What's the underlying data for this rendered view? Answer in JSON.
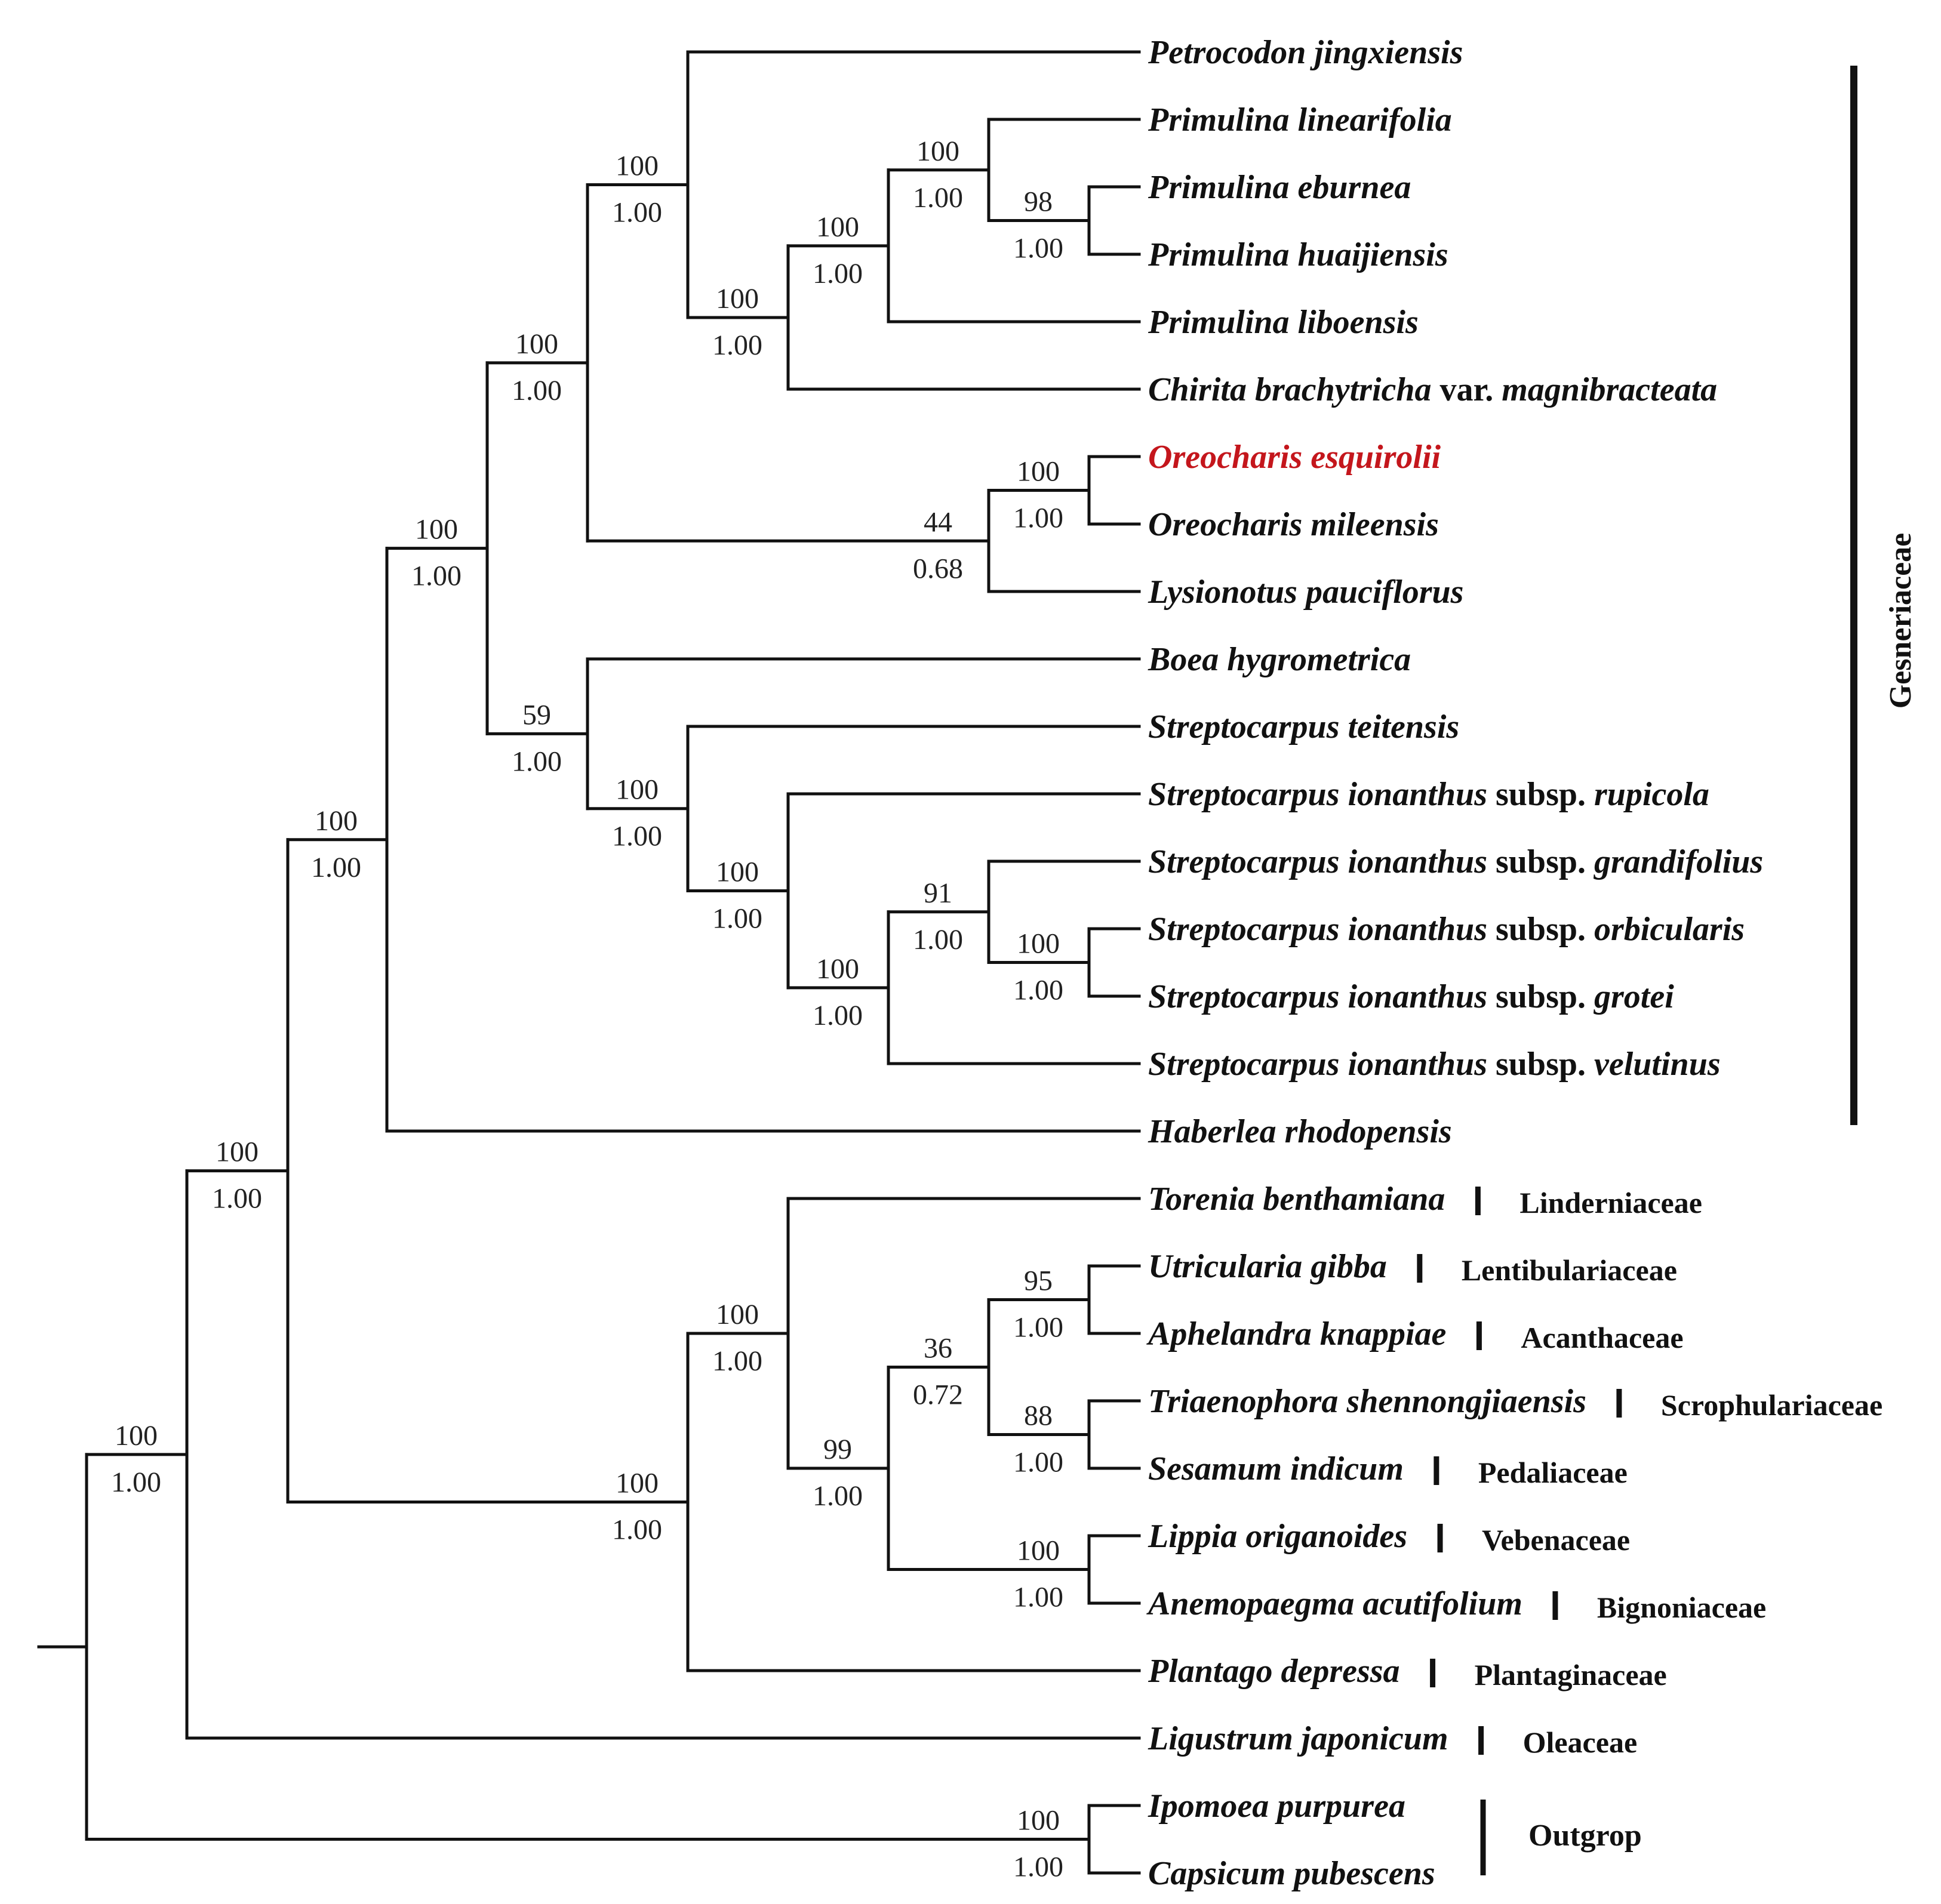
{
  "taxa": [
    {
      "genus": "Petrocodon jingxiensis"
    },
    {
      "genus": "Primulina linearifolia"
    },
    {
      "genus": "Primulina eburnea"
    },
    {
      "genus": "Primulina huaijiensis"
    },
    {
      "genus": "Primulina liboensis"
    },
    {
      "genus": "Chirita brachytricha",
      "rank": "var.",
      "infra": "magnibracteata"
    },
    {
      "genus": "Oreocharis esquirolii",
      "highlight": true
    },
    {
      "genus": "Oreocharis mileensis"
    },
    {
      "genus": "Lysionotus pauciflorus"
    },
    {
      "genus": "Boea hygrometrica"
    },
    {
      "genus": "Streptocarpus teitensis"
    },
    {
      "genus": "Streptocarpus ionanthus",
      "rank": "subsp.",
      "infra": "rupicola"
    },
    {
      "genus": "Streptocarpus ionanthus",
      "rank": "subsp.",
      "infra": "grandifolius"
    },
    {
      "genus": "Streptocarpus ionanthus",
      "rank": "subsp.",
      "infra": "orbicularis"
    },
    {
      "genus": "Streptocarpus ionanthus",
      "rank": "subsp.",
      "infra": "grotei"
    },
    {
      "genus": "Streptocarpus ionanthus",
      "rank": "subsp.",
      "infra": "velutinus"
    },
    {
      "genus": "Haberlea rhodopensis"
    },
    {
      "genus": "Torenia benthamiana",
      "family": "Linderniaceae"
    },
    {
      "genus": "Utricularia gibba",
      "family": "Lentibulariaceae"
    },
    {
      "genus": "Aphelandra knappiae",
      "family": "Acanthaceae"
    },
    {
      "genus": "Triaenophora shennongjiaensis",
      "family": "Scrophulariaceae"
    },
    {
      "genus": "Sesamum indicum",
      "family": "Pedaliaceae"
    },
    {
      "genus": "Lippia origanoides",
      "family": "Vebenaceae"
    },
    {
      "genus": "Anemopaegma acutifolium",
      "family": "Bignoniaceae"
    },
    {
      "genus": "Plantago depressa",
      "family": "Plantaginaceae"
    },
    {
      "genus": "Ligustrum japonicum",
      "family": "Oleaceae"
    },
    {
      "genus": "Ipomoea purpurea"
    },
    {
      "genus": "Capsicum pubescens"
    }
  ],
  "clade_labels": {
    "gesneriaceae": "Gesneriaceae",
    "outgroup": "Outgrop"
  },
  "nodes": [
    {
      "id": "n_prim_pair",
      "bs": "98",
      "pp": "1.00"
    },
    {
      "id": "n_prim_lin",
      "bs": "100",
      "pp": "1.00"
    },
    {
      "id": "n_prim_lib",
      "bs": "100",
      "pp": "1.00"
    },
    {
      "id": "n_chirita",
      "bs": "100",
      "pp": "1.00"
    },
    {
      "id": "n_petro",
      "bs": "100",
      "pp": "1.00"
    },
    {
      "id": "n_oreo_pair",
      "bs": "100",
      "pp": "1.00"
    },
    {
      "id": "n_lysio",
      "bs": "44",
      "pp": "0.68"
    },
    {
      "id": "n_grpA",
      "bs": "100",
      "pp": "1.00"
    },
    {
      "id": "n_strep_orb",
      "bs": "100",
      "pp": "1.00"
    },
    {
      "id": "n_strep_gra",
      "bs": "91",
      "pp": "1.00"
    },
    {
      "id": "n_strep_vel",
      "bs": "100",
      "pp": "1.00"
    },
    {
      "id": "n_strep_rup",
      "bs": "100",
      "pp": "1.00"
    },
    {
      "id": "n_strep_tei",
      "bs": "100",
      "pp": "1.00"
    },
    {
      "id": "n_boea",
      "bs": "59",
      "pp": "1.00"
    },
    {
      "id": "n_gesA",
      "bs": "100",
      "pp": "1.00"
    },
    {
      "id": "n_gesner",
      "bs": "100",
      "pp": "1.00"
    },
    {
      "id": "n_utric",
      "bs": "95",
      "pp": "1.00"
    },
    {
      "id": "n_triaen",
      "bs": "88",
      "pp": "1.00"
    },
    {
      "id": "n_4fam",
      "bs": "36",
      "pp": "0.72"
    },
    {
      "id": "n_lippia",
      "bs": "100",
      "pp": "1.00"
    },
    {
      "id": "n_6fam",
      "bs": "99",
      "pp": "1.00"
    },
    {
      "id": "n_torenia",
      "bs": "100",
      "pp": "1.00"
    },
    {
      "id": "n_lamiales_other",
      "bs": "100",
      "pp": "1.00"
    },
    {
      "id": "n_core",
      "bs": "100",
      "pp": "1.00"
    },
    {
      "id": "n_lamiales",
      "bs": "100",
      "pp": "1.00"
    },
    {
      "id": "n_outgroup",
      "bs": "100",
      "pp": "1.00"
    }
  ]
}
